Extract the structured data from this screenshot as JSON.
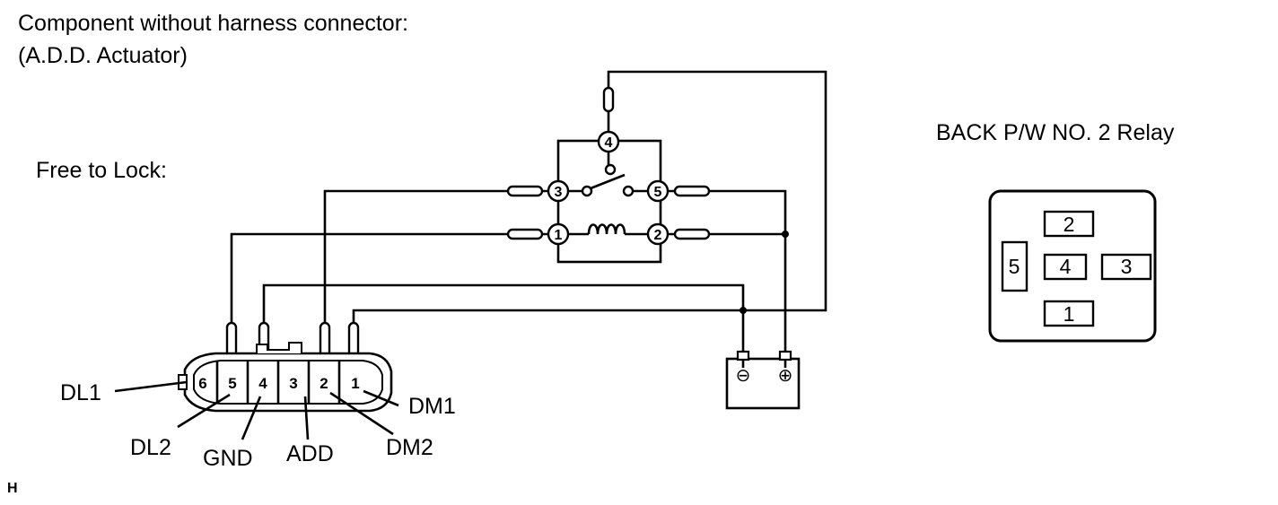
{
  "title_line1": "Component without harness connector:",
  "title_line2": "(A.D.D. Actuator)",
  "mode_label": "Free to Lock:",
  "relay_title": "BACK P/W NO. 2 Relay",
  "relay_terminals": {
    "t1": "1",
    "t2": "2",
    "t3": "3",
    "t4": "4",
    "t5": "5"
  },
  "relay_connector_pins": {
    "p1": "1",
    "p2": "2",
    "p3": "3",
    "p4": "4",
    "p5": "5"
  },
  "actuator_pins": {
    "p1": "1",
    "p2": "2",
    "p3": "3",
    "p4": "4",
    "p5": "5",
    "p6": "6"
  },
  "pin_labels": {
    "dl1": "DL1",
    "dl2": "DL2",
    "gnd": "GND",
    "add": "ADD",
    "dm2": "DM2",
    "dm1": "DM1"
  },
  "battery": {
    "negative": "⊖",
    "positive": "⊕"
  },
  "corner_mark": "H"
}
